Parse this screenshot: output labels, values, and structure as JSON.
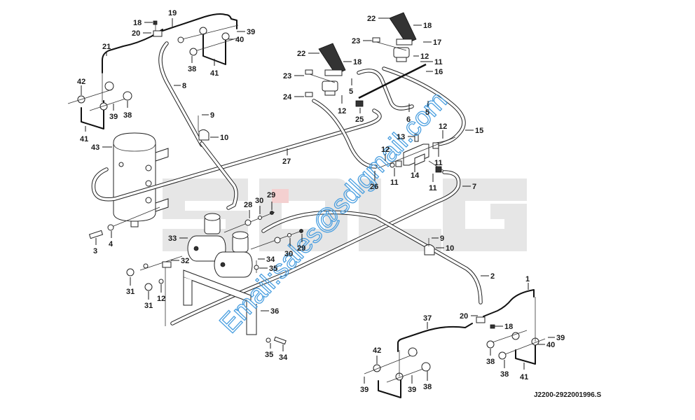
{
  "diagram": {
    "title": "Brake pedal / air brake piping assembly",
    "drawing_code": "J2200-2922001996.S",
    "background_logo": "SDLG",
    "watermark": "Email:sales@sdlgmail.com",
    "colors": {
      "watermark": "#4a9fe0",
      "logo_gray": "#e6e6e6",
      "line": "#1a1a1a"
    },
    "callouts": [
      {
        "id": "c-19-top",
        "num": "19"
      },
      {
        "id": "c-18-top",
        "num": "18"
      },
      {
        "id": "c-20-top",
        "num": "20"
      },
      {
        "id": "c-39-topr",
        "num": "39"
      },
      {
        "id": "c-40-topr",
        "num": "40"
      },
      {
        "id": "c-21",
        "num": "21"
      },
      {
        "id": "c-38-topr",
        "num": "38"
      },
      {
        "id": "c-41-topr",
        "num": "41"
      },
      {
        "id": "c-8",
        "num": "8"
      },
      {
        "id": "c-42-topl",
        "num": "42"
      },
      {
        "id": "c-39-topl",
        "num": "39"
      },
      {
        "id": "c-38-topl",
        "num": "38"
      },
      {
        "id": "c-41-topl",
        "num": "41"
      },
      {
        "id": "c-9-top",
        "num": "9"
      },
      {
        "id": "c-10-top",
        "num": "10"
      },
      {
        "id": "c-43",
        "num": "43"
      },
      {
        "id": "c-22-right",
        "num": "22"
      },
      {
        "id": "c-18-pedr",
        "num": "18"
      },
      {
        "id": "c-23-right",
        "num": "23"
      },
      {
        "id": "c-17",
        "num": "17"
      },
      {
        "id": "c-12-pedr",
        "num": "12"
      },
      {
        "id": "c-11-pedr",
        "num": "11"
      },
      {
        "id": "c-16",
        "num": "16"
      },
      {
        "id": "c-22-left",
        "num": "22"
      },
      {
        "id": "c-18-pedl",
        "num": "18"
      },
      {
        "id": "c-23-left",
        "num": "23"
      },
      {
        "id": "c-5-a",
        "num": "5"
      },
      {
        "id": "c-24",
        "num": "24"
      },
      {
        "id": "c-12-pedl",
        "num": "12"
      },
      {
        "id": "c-25",
        "num": "25"
      },
      {
        "id": "c-6",
        "num": "6"
      },
      {
        "id": "c-5-b",
        "num": "5"
      },
      {
        "id": "c-15",
        "num": "15"
      },
      {
        "id": "c-13",
        "num": "13"
      },
      {
        "id": "c-12-valve-r",
        "num": "12"
      },
      {
        "id": "c-11-valve-r",
        "num": "11"
      },
      {
        "id": "c-12-valve-l",
        "num": "12"
      },
      {
        "id": "c-11-valve-l",
        "num": "11"
      },
      {
        "id": "c-26",
        "num": "26"
      },
      {
        "id": "c-14",
        "num": "14"
      },
      {
        "id": "c-11-valve-b",
        "num": "11"
      },
      {
        "id": "c-7",
        "num": "7"
      },
      {
        "id": "c-27",
        "num": "27"
      },
      {
        "id": "c-28",
        "num": "28"
      },
      {
        "id": "c-30-a",
        "num": "30"
      },
      {
        "id": "c-29-a",
        "num": "29"
      },
      {
        "id": "c-3",
        "num": "3"
      },
      {
        "id": "c-4",
        "num": "4"
      },
      {
        "id": "c-33",
        "num": "33"
      },
      {
        "id": "c-29-b",
        "num": "29"
      },
      {
        "id": "c-30-b",
        "num": "30"
      },
      {
        "id": "c-9-mid",
        "num": "9"
      },
      {
        "id": "c-10-mid",
        "num": "10"
      },
      {
        "id": "c-32",
        "num": "32"
      },
      {
        "id": "c-34-a",
        "num": "34"
      },
      {
        "id": "c-35-a",
        "num": "35"
      },
      {
        "id": "c-31-a",
        "num": "31"
      },
      {
        "id": "c-31-b",
        "num": "31"
      },
      {
        "id": "c-12-bracket",
        "num": "12"
      },
      {
        "id": "c-36",
        "num": "36"
      },
      {
        "id": "c-35-b",
        "num": "35"
      },
      {
        "id": "c-34-b",
        "num": "34"
      },
      {
        "id": "c-2",
        "num": "2"
      },
      {
        "id": "c-1",
        "num": "1"
      },
      {
        "id": "c-37",
        "num": "37"
      },
      {
        "id": "c-20-bot",
        "num": "20"
      },
      {
        "id": "c-18-bot",
        "num": "18"
      },
      {
        "id": "c-39-botr",
        "num": "39"
      },
      {
        "id": "c-40-botr",
        "num": "40"
      },
      {
        "id": "c-38-botr-a",
        "num": "38"
      },
      {
        "id": "c-38-botr-b",
        "num": "38"
      },
      {
        "id": "c-41-botr",
        "num": "41"
      },
      {
        "id": "c-42-botl",
        "num": "42"
      },
      {
        "id": "c-39-botl-a",
        "num": "39"
      },
      {
        "id": "c-39-botl-b",
        "num": "39"
      },
      {
        "id": "c-38-botl",
        "num": "38"
      }
    ]
  }
}
